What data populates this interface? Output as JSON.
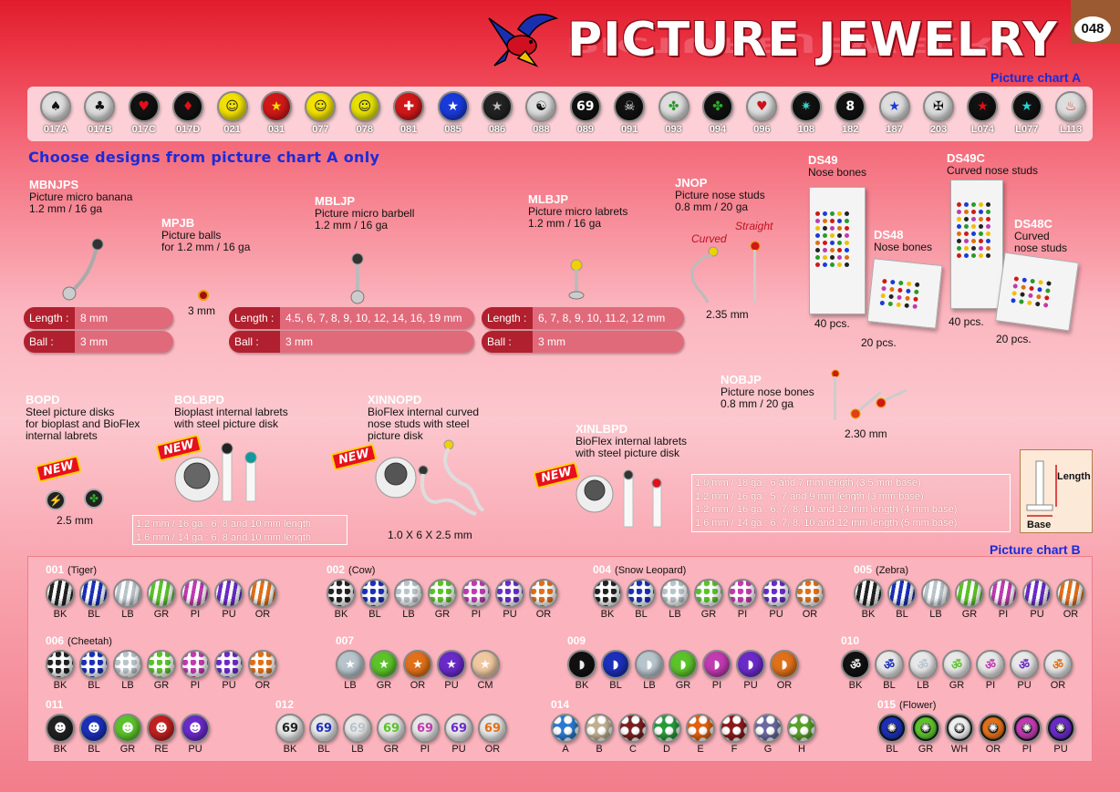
{
  "header": {
    "title": "PICTURE JEWELRY",
    "page": "048"
  },
  "chart_a": {
    "label": "Picture chart A",
    "items": [
      {
        "code": "017A",
        "bg": "#dddddd",
        "sym": "♠",
        "fg": "#111"
      },
      {
        "code": "017B",
        "bg": "#dddddd",
        "sym": "♣",
        "fg": "#111"
      },
      {
        "code": "017C",
        "bg": "#111111",
        "sym": "♥",
        "fg": "#e0101a"
      },
      {
        "code": "017D",
        "bg": "#111111",
        "sym": "♦",
        "fg": "#e0101a"
      },
      {
        "code": "021",
        "bg": "#f2e000",
        "sym": "☺",
        "fg": "#222"
      },
      {
        "code": "031",
        "bg": "#d01818",
        "sym": "★",
        "fg": "#f2e000"
      },
      {
        "code": "077",
        "bg": "#f2e000",
        "sym": "☺",
        "fg": "#222"
      },
      {
        "code": "078",
        "bg": "#e6e000",
        "sym": "☺",
        "fg": "#222"
      },
      {
        "code": "081",
        "bg": "#d01818",
        "sym": "✚",
        "fg": "#fff"
      },
      {
        "code": "085",
        "bg": "#1a3ad8",
        "sym": "★",
        "fg": "#fff"
      },
      {
        "code": "086",
        "bg": "#222222",
        "sym": "★",
        "fg": "#bbb"
      },
      {
        "code": "088",
        "bg": "#dddddd",
        "sym": "☯",
        "fg": "#111"
      },
      {
        "code": "089",
        "bg": "#111111",
        "sym": "69",
        "fg": "#fff"
      },
      {
        "code": "091",
        "bg": "#111111",
        "sym": "☠",
        "fg": "#eee"
      },
      {
        "code": "093",
        "bg": "#dddddd",
        "sym": "✤",
        "fg": "#2a9a2a"
      },
      {
        "code": "094",
        "bg": "#111111",
        "sym": "✤",
        "fg": "#2ab02a"
      },
      {
        "code": "096",
        "bg": "#dddddd",
        "sym": "♥",
        "fg": "#d0101a"
      },
      {
        "code": "108",
        "bg": "#111111",
        "sym": "✷",
        "fg": "#3ad0c0"
      },
      {
        "code": "182",
        "bg": "#111111",
        "sym": "8",
        "fg": "#fff"
      },
      {
        "code": "187",
        "bg": "#dddddd",
        "sym": "★",
        "fg": "#1a3ad8"
      },
      {
        "code": "203",
        "bg": "#dddddd",
        "sym": "✠",
        "fg": "#111"
      },
      {
        "code": "L074",
        "bg": "#111111",
        "sym": "★",
        "fg": "#e0101a"
      },
      {
        "code": "L077",
        "bg": "#111111",
        "sym": "★",
        "fg": "#2ad0d0"
      },
      {
        "code": "L113",
        "bg": "#dddddd",
        "sym": "♨",
        "fg": "#e8301a"
      }
    ]
  },
  "choose_note": "Choose designs from picture chart A only",
  "products": {
    "mbnjps": {
      "code": "MBNJPS",
      "desc1": "Picture micro banana",
      "desc2": "1.2 mm / 16 ga"
    },
    "mpjb": {
      "code": "MPJB",
      "desc1": "Picture balls",
      "desc2": "for 1.2 mm / 16 ga",
      "size": "3 mm"
    },
    "mbljp": {
      "code": "MBLJP",
      "desc1": "Picture micro barbell",
      "desc2": "1.2 mm / 16 ga"
    },
    "mlbjp": {
      "code": "MLBJP",
      "desc1": "Picture micro labrets",
      "desc2": "1.2 mm / 16 ga"
    },
    "jnop": {
      "code": "JNOP",
      "desc1": "Picture nose studs",
      "desc2": "0.8 mm / 20 ga",
      "curved": "Curved",
      "straight": "Straight",
      "size": "2.35 mm"
    },
    "ds49": {
      "code": "DS49",
      "desc1": "Nose bones",
      "qty": "40 pcs."
    },
    "ds48": {
      "code": "DS48",
      "desc1": "Nose bones",
      "qty": "20 pcs."
    },
    "ds49c": {
      "code": "DS49C",
      "desc1": "Curved nose studs",
      "qty": "40 pcs."
    },
    "ds48c": {
      "code": "DS48C",
      "desc1": "Curved",
      "desc2": "nose studs",
      "qty": "20 pcs."
    },
    "nobjp": {
      "code": "NOBJP",
      "desc1": "Picture nose bones",
      "desc2": "0.8 mm / 20 ga",
      "size": "2.30 mm"
    },
    "bopd": {
      "code": "BOPD",
      "desc1": "Steel picture disks",
      "desc2": "for bioplast and BioFlex",
      "desc3": "internal labrets",
      "size": "2.5 mm"
    },
    "bolbpd": {
      "code": "BOLBPD",
      "desc1": "Bioplast internal labrets",
      "desc2": "with steel picture disk"
    },
    "xinnopd": {
      "code": "XINNOPD",
      "desc1": "BioFlex internal curved",
      "desc2": "nose studs with steel",
      "desc3": "picture disk",
      "size": "1.0 X 6 X 2.5 mm"
    },
    "xinlbpd": {
      "code": "XINLBPD",
      "desc1": "BioFlex internal labrets",
      "desc2": "with steel picture disk"
    }
  },
  "pills": {
    "length_label": "Length :",
    "ball_label": "Ball :",
    "mbnjps_length": "8 mm",
    "mbnjps_ball": "3 mm",
    "mbljp_length": "4.5, 6, 7, 8, 9, 10, 12, 14, 16, 19 mm",
    "mbljp_ball": "3 mm",
    "mlbjp_length": "6, 7, 8, 9, 10, 11.2, 12 mm",
    "mlbjp_ball": "3 mm"
  },
  "new_badge": "NEW",
  "bolbpd_sizes": [
    "1.2 mm / 16 ga : 6, 8 and 10 mm length",
    "1.6 mm / 14 ga : 6, 8 and 10 mm length"
  ],
  "xinlbpd_sizes": [
    "1.0 mm / 18 ga : 6 and 7 mm length (3.5 mm base)",
    "1.2 mm / 16 ga : 5, 7 and 9 mm length (3 mm base)",
    "1.2 mm / 16 ga : 6, 7, 8, 10 and 12 mm length (4 mm base)",
    "1.6 mm / 14 ga : 6, 7, 8, 10 and 12 mm length (5 mm base)"
  ],
  "diagram": {
    "length": "Length",
    "base": "Base"
  },
  "chart_b": {
    "label": "Picture chart B",
    "groups": [
      {
        "num": "001",
        "name": "(Tiger)",
        "pattern": "tiger",
        "codes": [
          "BK",
          "BL",
          "LB",
          "GR",
          "PI",
          "PU",
          "OR"
        ]
      },
      {
        "num": "002",
        "name": "(Cow)",
        "pattern": "spots",
        "codes": [
          "BK",
          "BL",
          "LB",
          "GR",
          "PI",
          "PU",
          "OR"
        ]
      },
      {
        "num": "004",
        "name": "(Snow Leopard)",
        "pattern": "spots",
        "codes": [
          "BK",
          "BL",
          "LB",
          "GR",
          "PI",
          "PU",
          "OR"
        ]
      },
      {
        "num": "005",
        "name": "(Zebra)",
        "pattern": "tiger",
        "codes": [
          "BK",
          "BL",
          "LB",
          "GR",
          "PI",
          "PU",
          "OR"
        ]
      },
      {
        "num": "006",
        "name": "(Cheetah)",
        "pattern": "spots",
        "codes": [
          "BK",
          "BL",
          "LB",
          "GR",
          "PI",
          "PU",
          "OR"
        ]
      },
      {
        "num": "007",
        "name": "",
        "pattern": "star",
        "codes": [
          "LB",
          "GR",
          "OR",
          "PU",
          "CM"
        ]
      },
      {
        "num": "009",
        "name": "",
        "pattern": "dolphin",
        "codes": [
          "BK",
          "BL",
          "LB",
          "GR",
          "PI",
          "PU",
          "OR"
        ]
      },
      {
        "num": "010",
        "name": "",
        "pattern": "om",
        "codes": [
          "BK",
          "BL",
          "LB",
          "GR",
          "PI",
          "PU",
          "OR"
        ]
      },
      {
        "num": "011",
        "name": "",
        "pattern": "alien",
        "codes": [
          "BK",
          "BL",
          "GR",
          "RE",
          "PU"
        ]
      },
      {
        "num": "012",
        "name": "",
        "pattern": "69",
        "codes": [
          "BK",
          "BL",
          "LB",
          "GR",
          "PI",
          "PU",
          "OR"
        ]
      },
      {
        "num": "014",
        "name": "",
        "pattern": "camo",
        "codes": [
          "A",
          "B",
          "C",
          "D",
          "E",
          "F",
          "G",
          "H"
        ]
      },
      {
        "num": "015",
        "name": "(Flower)",
        "pattern": "flower",
        "codes": [
          "BL",
          "GR",
          "WH",
          "OR",
          "PI",
          "PU"
        ]
      }
    ]
  },
  "colors": {
    "BK": "#222222",
    "BL": "#1c2fb8",
    "LB": "#b8c4cc",
    "GR": "#5cc22a",
    "PI": "#c03ab0",
    "PU": "#6a2ac8",
    "OR": "#e0701a",
    "CM": "#f0c8a0",
    "RE": "#c02020",
    "WH": "#eeeeee",
    "A": "#2a7ad0",
    "B": "#c0b090",
    "C": "#7a2020",
    "D": "#2a9a3a",
    "E": "#e06010",
    "F": "#8a1a1a",
    "G": "#6a6aa0",
    "H": "#5aa02a"
  }
}
